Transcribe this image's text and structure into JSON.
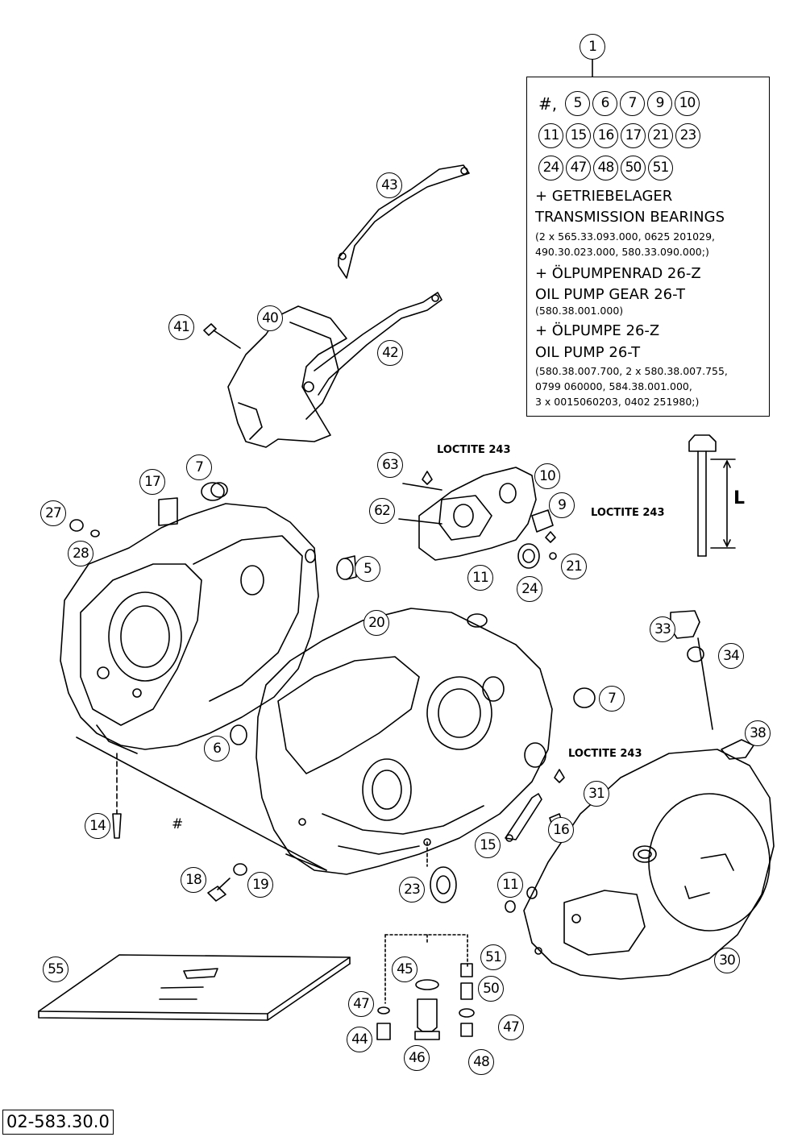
{
  "diagram": {
    "part_number": "02-583.30.0",
    "legend": {
      "callout": "1",
      "hash": "#,",
      "row1": [
        "5",
        "6",
        "7",
        "9",
        "10"
      ],
      "row2": [
        "11",
        "15",
        "16",
        "17",
        "21",
        "23"
      ],
      "row3": [
        "24",
        "47",
        "48",
        "50",
        "51"
      ],
      "lines": [
        {
          "text": "+ GETRIEBELAGER",
          "size": "large"
        },
        {
          "text": "TRANSMISSION BEARINGS",
          "size": "large"
        },
        {
          "text": "(2 x 565.33.093.000, 0625 201029,",
          "size": "small"
        },
        {
          "text": "490.30.023.000, 580.33.090.000;)",
          "size": "small"
        },
        {
          "text": "+ ÖLPUMPENRAD 26-Z",
          "size": "large"
        },
        {
          "text": "OIL PUMP GEAR 26-T",
          "size": "large"
        },
        {
          "text": "(580.38.001.000)",
          "size": "small"
        },
        {
          "text": "+ ÖLPUMPE 26-Z",
          "size": "large"
        },
        {
          "text": "OIL PUMP 26-T",
          "size": "large"
        },
        {
          "text": "(580.38.007.700, 2 x 580.38.007.755,",
          "size": "small"
        },
        {
          "text": "0799 060000, 584.38.001.000,",
          "size": "small"
        },
        {
          "text": "3 x 0015060203, 0402 251980;)",
          "size": "small"
        }
      ]
    },
    "notes": [
      "LOCTITE 243",
      "LOCTITE 243",
      "LOCTITE 243"
    ],
    "dimension_label": "L",
    "hash_mark": "#",
    "callouts": [
      "43",
      "40",
      "41",
      "42",
      "7",
      "17",
      "27",
      "28",
      "5",
      "63",
      "62",
      "10",
      "9",
      "11",
      "21",
      "24",
      "20",
      "33",
      "34",
      "7",
      "6",
      "38",
      "31",
      "16",
      "15",
      "14",
      "18",
      "19",
      "23",
      "11",
      "30",
      "55",
      "45",
      "51",
      "50",
      "47",
      "47",
      "44",
      "46",
      "48"
    ]
  }
}
